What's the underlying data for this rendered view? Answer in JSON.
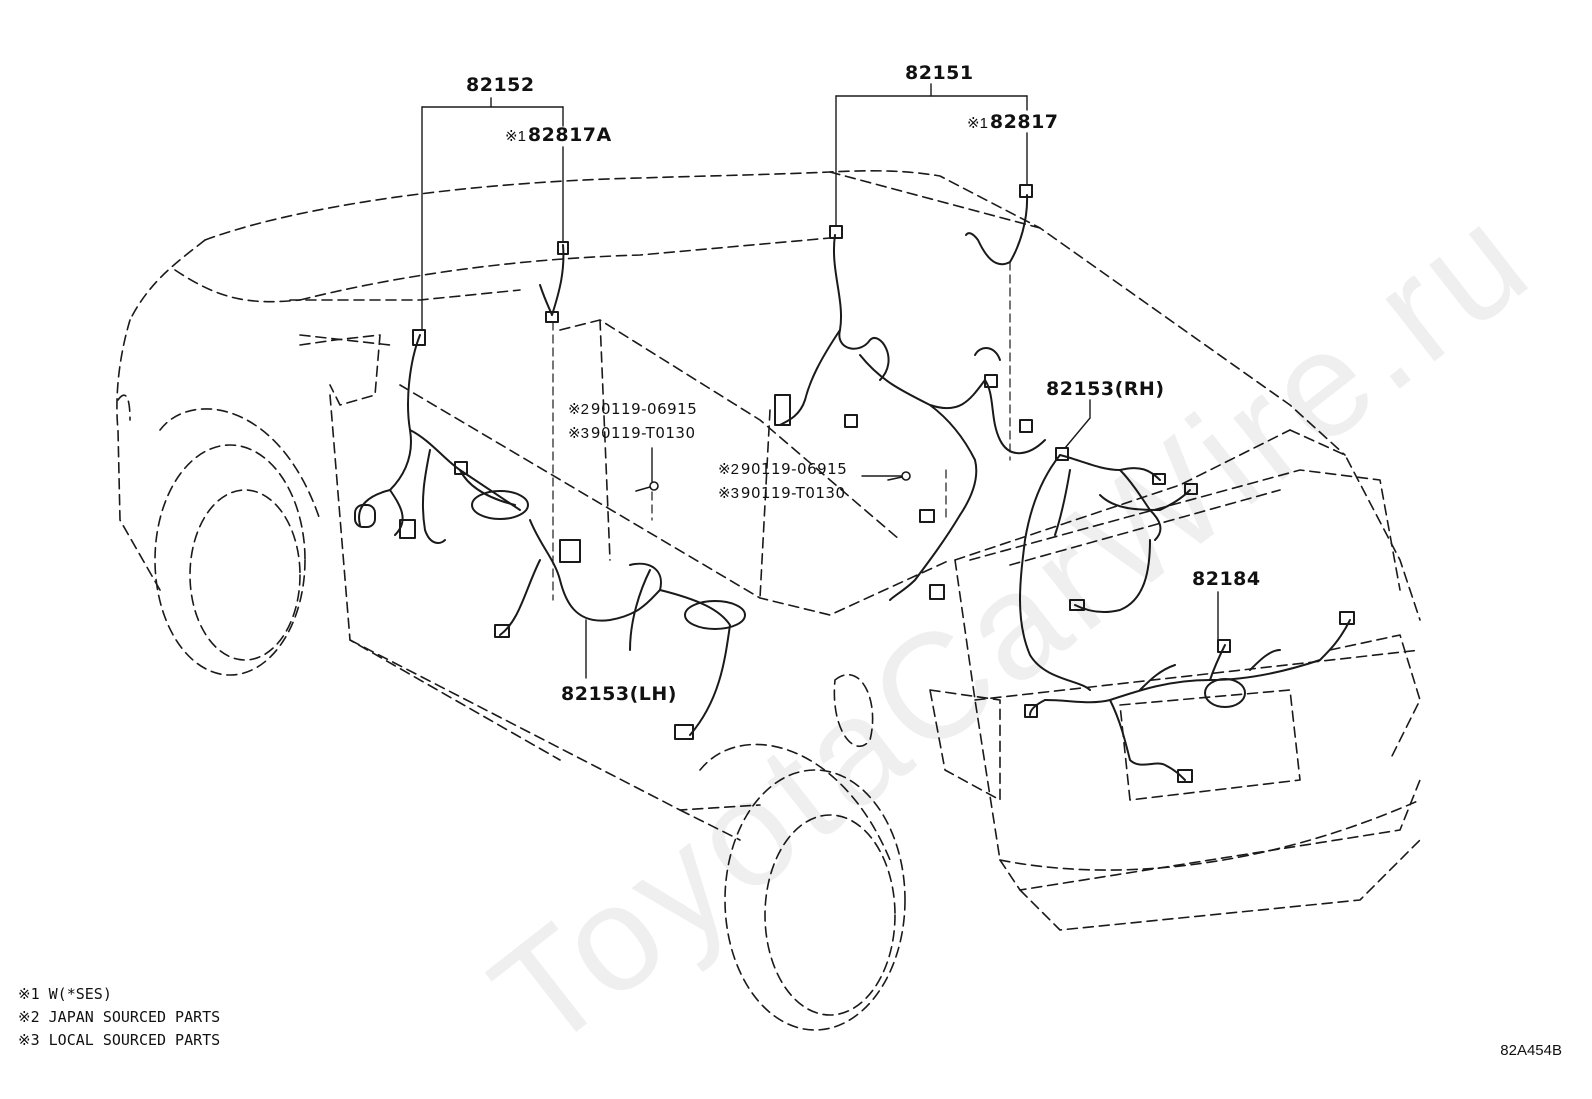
{
  "diagram": {
    "parts": {
      "p82152": "82152",
      "p82151": "82151",
      "p82817A": "82817A",
      "p82817": "82817",
      "p82153RH": "82153(RH)",
      "p82153LH": "82153(LH)",
      "p82184": "82184",
      "bolt_left_a": "90119-06915",
      "bolt_left_b": "90119-T0130",
      "bolt_right_a": "90119-06915",
      "bolt_right_b": "90119-T0130"
    },
    "marks": {
      "m1": "※1",
      "m2": "※2",
      "m3": "※3"
    },
    "legend": [
      "※1  W(*SES)",
      "※2  JAPAN SOURCED PARTS",
      "※3  LOCAL SOURCED PARTS"
    ],
    "code": "82A454B",
    "watermark": "ToyotaCarWire.ru"
  },
  "colors": {
    "line": "#1a1a1a",
    "background": "#ffffff"
  }
}
